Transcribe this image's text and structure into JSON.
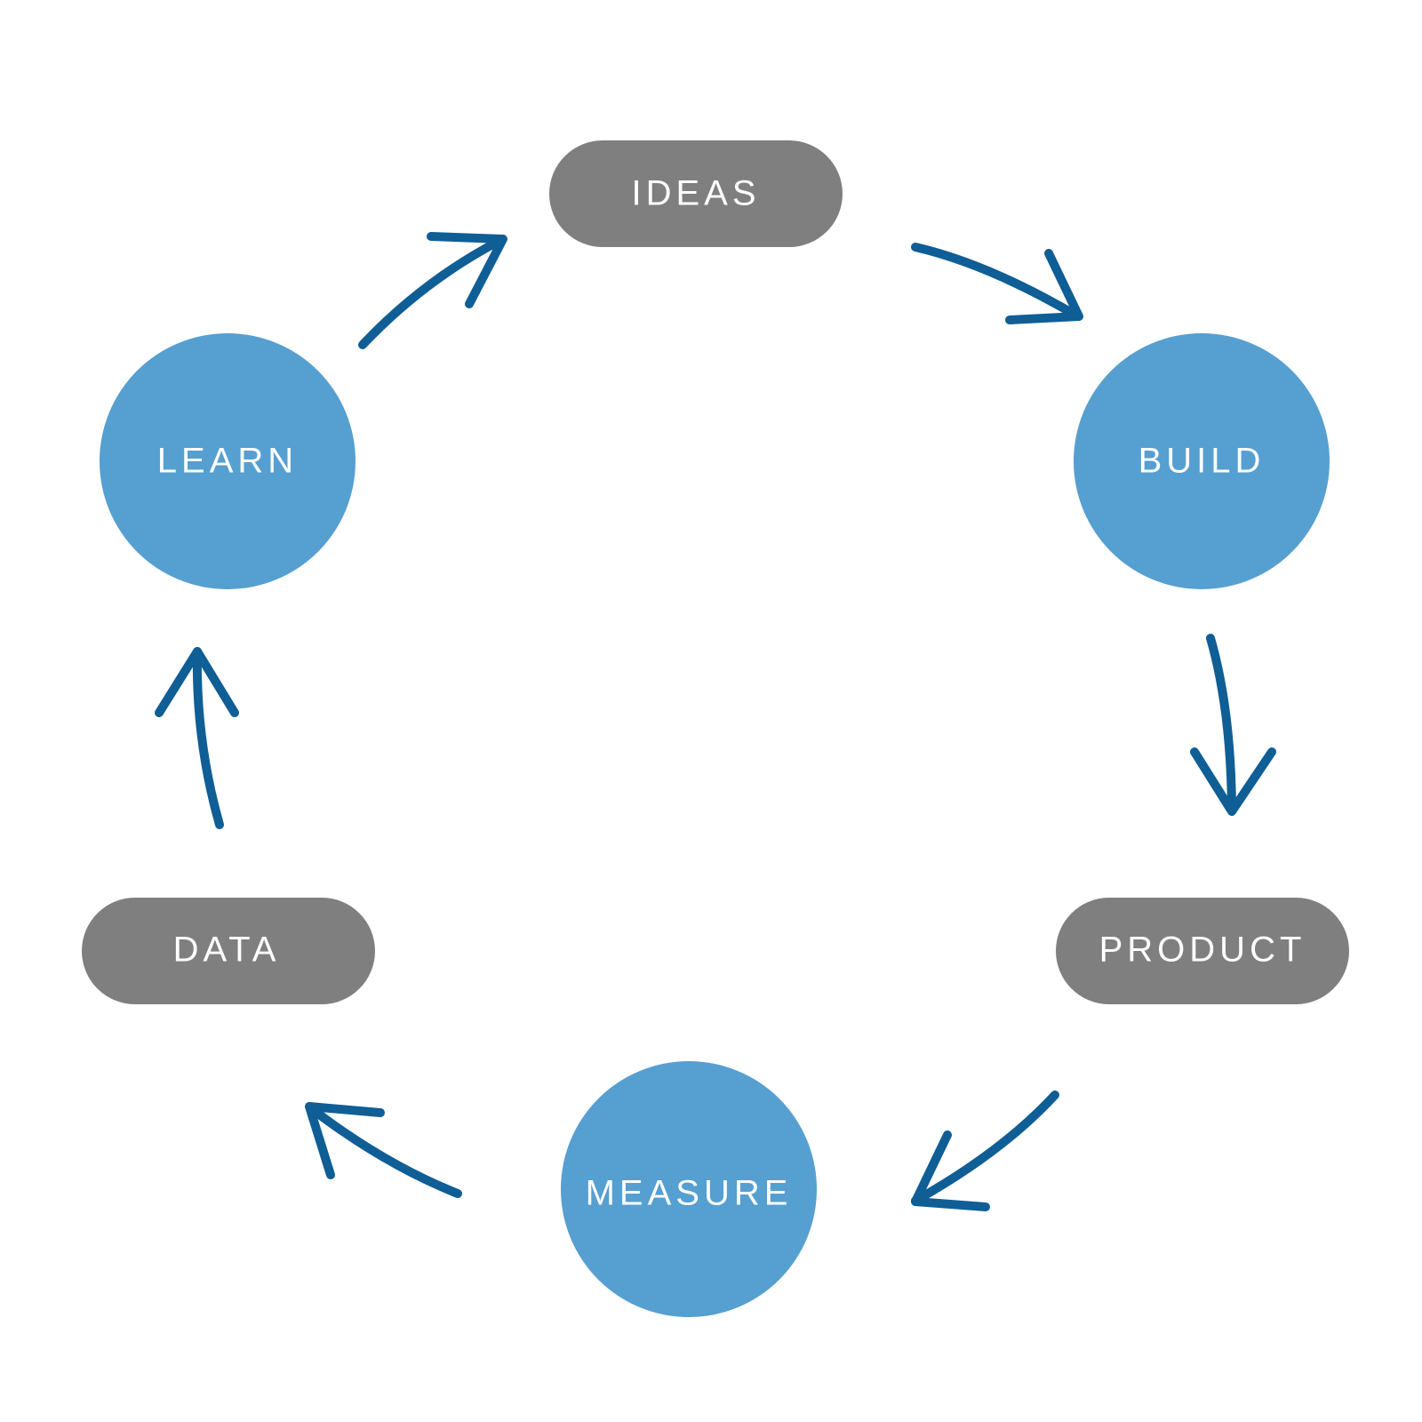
{
  "colors": {
    "background": "#ffffff",
    "stage_fill": "#569fd1",
    "artifact_fill": "#7f7f7f",
    "arrow_stroke": "#0f5e96",
    "label_text": "#ffffff"
  },
  "nodes": {
    "ideas": {
      "label": "IDEAS",
      "shape": "pill"
    },
    "build": {
      "label": "BUILD",
      "shape": "circle"
    },
    "product": {
      "label": "PRODUCT",
      "shape": "pill"
    },
    "measure": {
      "label": "MEASURE",
      "shape": "circle"
    },
    "data": {
      "label": "DATA",
      "shape": "pill"
    },
    "learn": {
      "label": "LEARN",
      "shape": "circle"
    }
  },
  "flow": [
    {
      "from": "ideas",
      "to": "build"
    },
    {
      "from": "build",
      "to": "product"
    },
    {
      "from": "product",
      "to": "measure"
    },
    {
      "from": "measure",
      "to": "data"
    },
    {
      "from": "data",
      "to": "learn"
    },
    {
      "from": "learn",
      "to": "ideas"
    }
  ]
}
